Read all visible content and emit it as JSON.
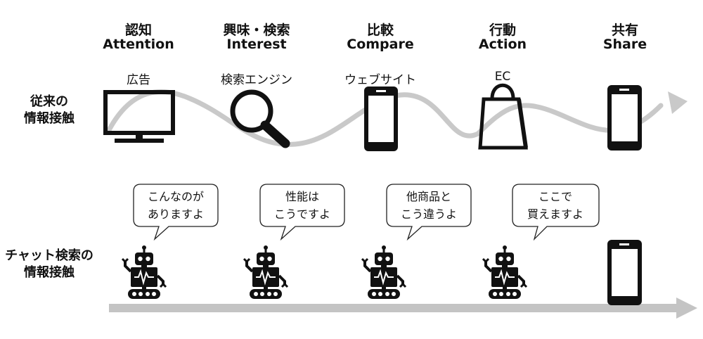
{
  "stages": [
    {
      "ja": "認知",
      "en": "Attention",
      "touchpoint": "広告",
      "icon": "tv-icon"
    },
    {
      "ja": "興味・検索",
      "en": "Interest",
      "touchpoint": "検索エンジン",
      "icon": "magnifier-icon"
    },
    {
      "ja": "比較",
      "en": "Compare",
      "touchpoint": "ウェブサイト",
      "icon": "smartphone-icon"
    },
    {
      "ja": "行動",
      "en": "Action",
      "touchpoint": "EC",
      "icon": "shopping-bag-icon"
    },
    {
      "ja": "共有",
      "en": "Share",
      "touchpoint": "",
      "icon": "smartphone-icon"
    }
  ],
  "rows": {
    "traditional": {
      "label_line1": "従来の",
      "label_line2": "情報接触"
    },
    "chat": {
      "label_line1": "チャット検索の",
      "label_line2": "情報接触"
    }
  },
  "bubbles": [
    {
      "line1": "こんなのが",
      "line2": "ありますよ"
    },
    {
      "line1": "性能は",
      "line2": "こうですよ"
    },
    {
      "line1": "他商品と",
      "line2": "こう違うよ"
    },
    {
      "line1": "ここで",
      "line2": "買えますよ"
    }
  ],
  "colors": {
    "wave": "#c9c9c9",
    "arrow": "#c4c4c4",
    "icon": "#111111"
  }
}
